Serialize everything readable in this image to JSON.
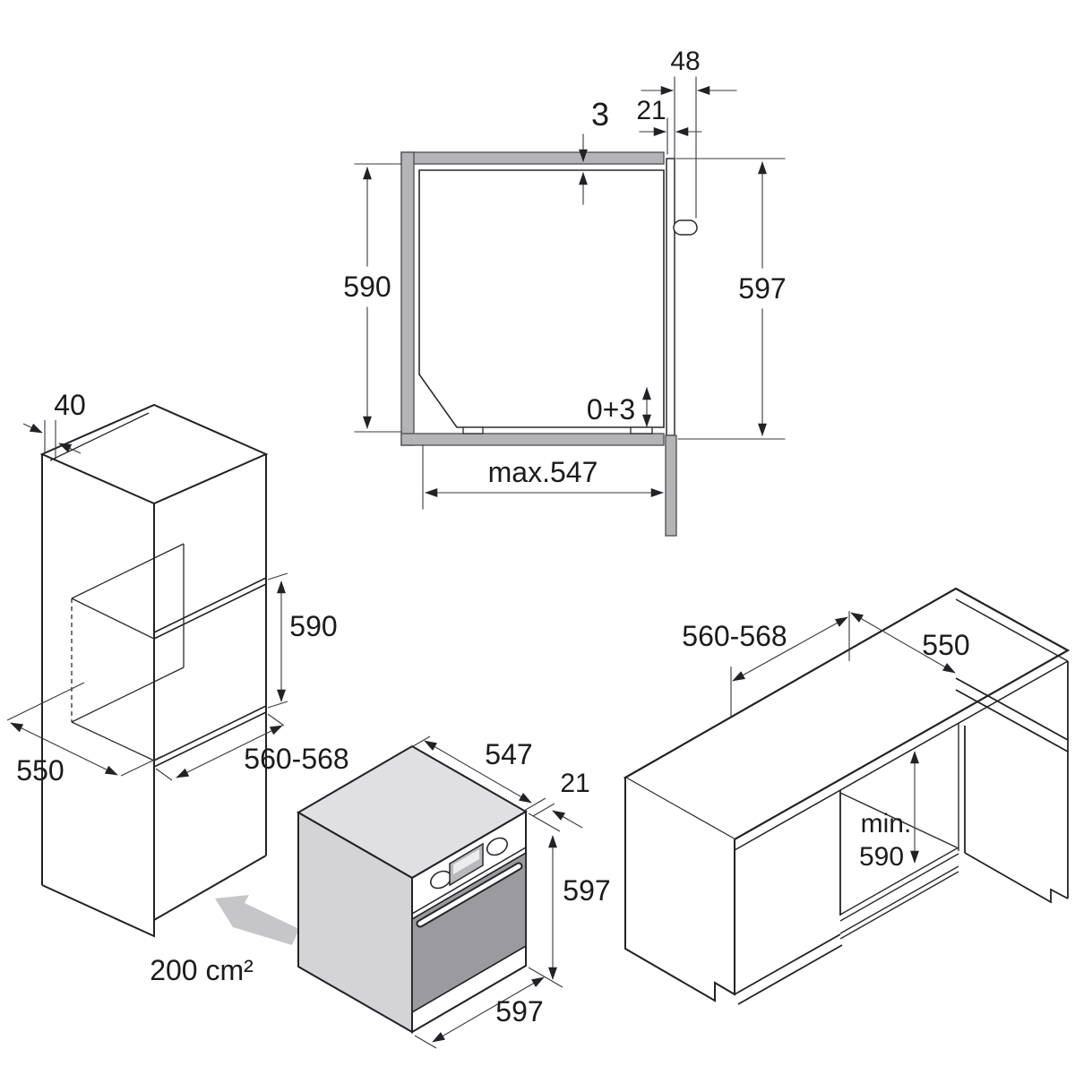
{
  "colors": {
    "line": "#222226",
    "dim_line": "#3a3a3e",
    "wall_gray": "#b4b4b7",
    "door_gray": "#9a9a9f",
    "oven_top_gray": "#e0e0e3",
    "oven_side_gray": "#d4d4d7",
    "display_gray": "#b9b9bd",
    "vent_arrow_gray": "#c6c6c9",
    "background": "#ffffff"
  },
  "cross_section": {
    "name": "niche side cross-section",
    "labels": {
      "top_gap": "3",
      "handle_clearance": "48",
      "frame_depth": "21",
      "niche_height": "590",
      "front_height": "597",
      "bottom_gap": "0+3",
      "max_depth": "max.547"
    }
  },
  "tall_cabinet": {
    "name": "tall housing cabinet",
    "labels": {
      "rear_vent_gap": "40",
      "niche_height": "590",
      "cabinet_depth": "550",
      "niche_width": "560-568",
      "vent_area": "200 cm²"
    }
  },
  "oven": {
    "name": "built-in oven",
    "labels": {
      "body_depth": "547",
      "front_frame_depth": "21",
      "height": "597",
      "width": "597"
    }
  },
  "base_run": {
    "name": "base cabinet run",
    "labels": {
      "niche_width": "560-568",
      "worktop_depth": "550",
      "min_prefix": "min.",
      "min_height": "590"
    }
  }
}
